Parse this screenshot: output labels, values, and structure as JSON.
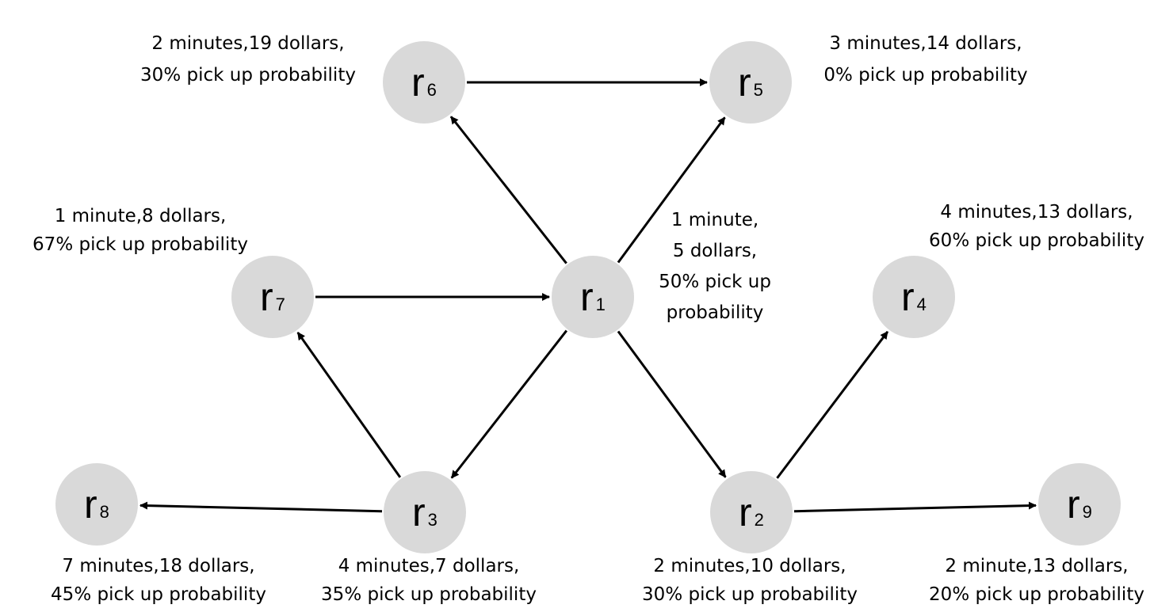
{
  "nodes": [
    {
      "id": "r1",
      "letter": "r",
      "sub": "1",
      "label": [
        "1 minute,",
        "5 dollars,",
        "50% pick up",
        "probability"
      ]
    },
    {
      "id": "r2",
      "letter": "r",
      "sub": "2",
      "label": [
        "2 minutes,10 dollars,",
        "30% pick up probability"
      ]
    },
    {
      "id": "r3",
      "letter": "r",
      "sub": "3",
      "label": [
        "4 minutes,7 dollars,",
        "35% pick up probability"
      ]
    },
    {
      "id": "r4",
      "letter": "r",
      "sub": "4",
      "label": [
        "4 minutes,13 dollars,",
        "60% pick up probability"
      ]
    },
    {
      "id": "r5",
      "letter": "r",
      "sub": "5",
      "label": [
        "3 minutes,14 dollars,",
        "0% pick up probability"
      ]
    },
    {
      "id": "r6",
      "letter": "r",
      "sub": "6",
      "label": [
        "2 minutes,19 dollars,",
        "30% pick up probability"
      ]
    },
    {
      "id": "r7",
      "letter": "r",
      "sub": "7",
      "label": [
        "1 minute,8 dollars,",
        "67% pick up probability"
      ]
    },
    {
      "id": "r8",
      "letter": "r",
      "sub": "8",
      "label": [
        "7 minutes,18 dollars,",
        "45% pick up probability"
      ]
    },
    {
      "id": "r9",
      "letter": "r",
      "sub": "9",
      "label": [
        "2 minute,13 dollars,",
        "20% pick up probability"
      ]
    }
  ],
  "edges": [
    {
      "from": "r1",
      "to": "r6"
    },
    {
      "from": "r1",
      "to": "r5"
    },
    {
      "from": "r6",
      "to": "r5"
    },
    {
      "from": "r7",
      "to": "r1"
    },
    {
      "from": "r1",
      "to": "r3"
    },
    {
      "from": "r1",
      "to": "r2"
    },
    {
      "from": "r3",
      "to": "r7"
    },
    {
      "from": "r3",
      "to": "r8"
    },
    {
      "from": "r2",
      "to": "r4"
    },
    {
      "from": "r2",
      "to": "r9"
    }
  ],
  "colors": {
    "node_fill": "#d9d9d9",
    "edge": "#000000",
    "text": "#000000"
  }
}
